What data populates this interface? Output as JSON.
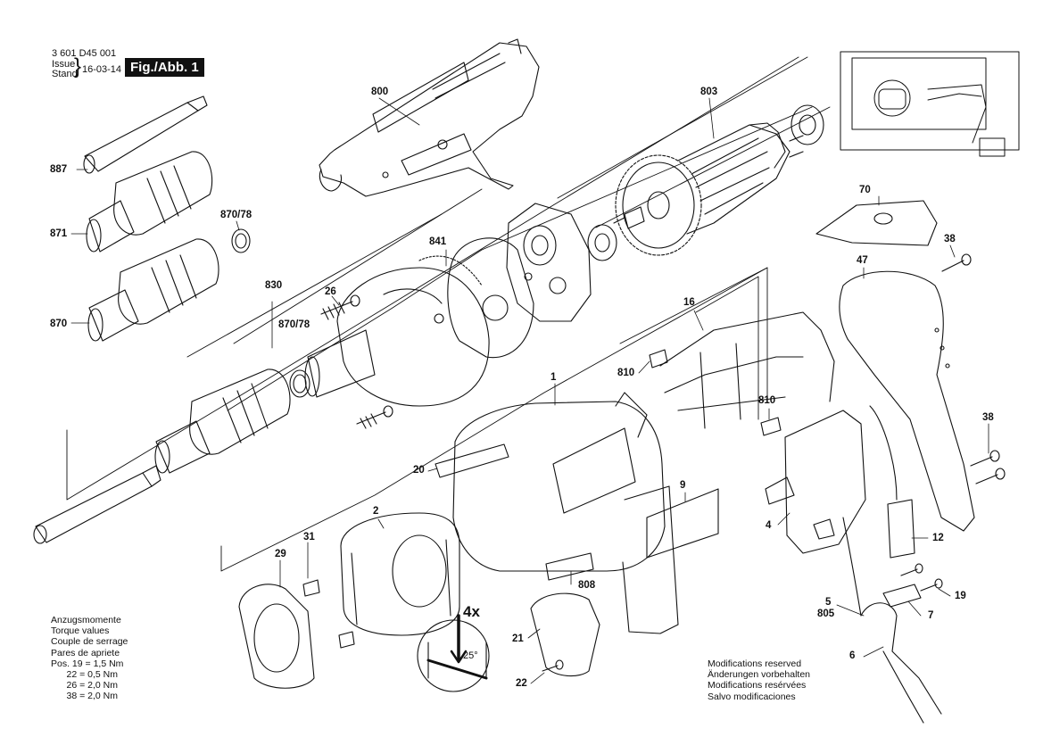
{
  "header": {
    "doc_number": "3 601 D45 001",
    "issue_label": "Issue",
    "stand_label": "Stand",
    "date": "16-03-14",
    "figure": "Fig./Abb. 1"
  },
  "part_labels": {
    "p800": "800",
    "p803": "803",
    "p887": "887",
    "p871": "871",
    "p870_78_a": "870/78",
    "p870": "870",
    "p830": "830",
    "p841": "841",
    "p26": "26",
    "p870_78_b": "870/78",
    "p70": "70",
    "p38_a": "38",
    "p47": "47",
    "p16": "16",
    "p810_a": "810",
    "p810_b": "810",
    "p1": "1",
    "p20": "20",
    "p38_b": "38",
    "p9": "9",
    "p2": "2",
    "p31": "31",
    "p29": "29",
    "p4": "4",
    "p12": "12",
    "p808": "808",
    "p5": "5",
    "p805": "805",
    "p7": "7",
    "p19": "19",
    "p21": "21",
    "p22": "22",
    "p6": "6"
  },
  "torque": {
    "line1": "Anzugsmomente",
    "line2": "Torque values",
    "line3": "Couple de serrage",
    "line4": "Pares de apriete",
    "line5": "Pos. 19 = 1,5 Nm",
    "line6": "      22 = 0,5 Nm",
    "line7": "      26 = 2,0 Nm",
    "line8": "      38 = 2,0 Nm"
  },
  "modifications": {
    "en": "Modifications reserved",
    "de": "Änderungen vorbehalten",
    "fr": "Modifications resérvées",
    "es": "Salvo modificaciones"
  },
  "detail": {
    "multiplier": "4x",
    "angle": "25°"
  }
}
